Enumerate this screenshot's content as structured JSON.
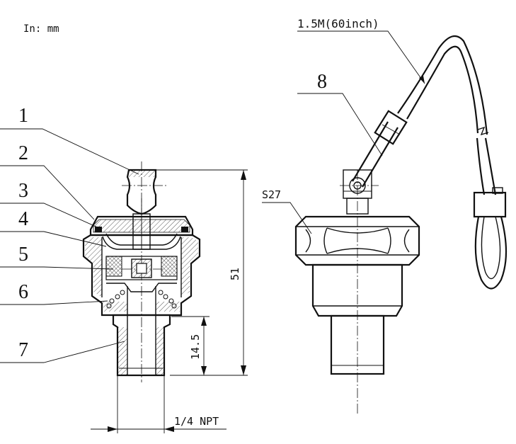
{
  "units": "In: mm",
  "cable_length": "1.5M(60inch)",
  "wrench_size": "S27",
  "overall_height": "51",
  "thread_length": "14.5",
  "thread_spec": "1/4 NPT",
  "part_numbers": [
    "1",
    "2",
    "3",
    "4",
    "5",
    "6",
    "7",
    "8"
  ]
}
